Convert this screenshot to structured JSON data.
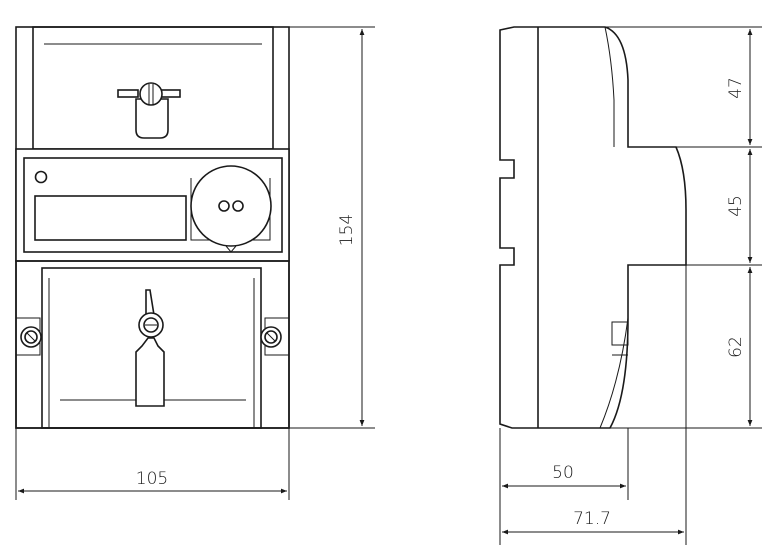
{
  "dimensions": {
    "front_width": "105",
    "front_height": "154",
    "side_top": "47",
    "side_middle": "45",
    "side_bottom": "62",
    "side_depth_inner": "50",
    "side_depth_total": "71.7"
  }
}
